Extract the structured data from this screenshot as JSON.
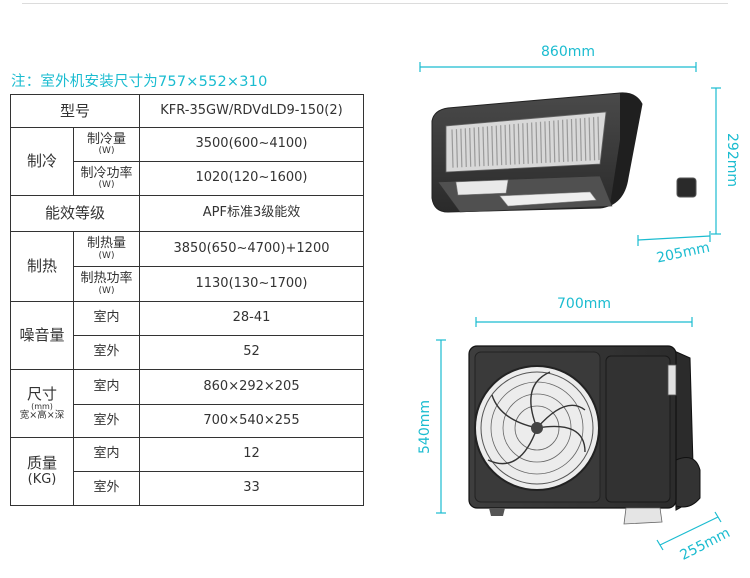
{
  "note": "注：室外机安装尺寸为757×552×310",
  "table": {
    "model_label": "型号",
    "model_value": "KFR-35GW/RDVdLD9-150(2)",
    "cooling_label": "制冷",
    "cooling_capacity_label": "制冷量",
    "cooling_capacity_unit": "(W)",
    "cooling_capacity_value": "3500(600~4100)",
    "cooling_power_label": "制冷功率",
    "cooling_power_unit": "(W)",
    "cooling_power_value": "1020(120~1600)",
    "efficiency_label": "能效等级",
    "efficiency_value": "APF标准3级能效",
    "heating_label": "制热",
    "heating_capacity_label": "制热量",
    "heating_capacity_unit": "(W)",
    "heating_capacity_value": "3850(650~4700)+1200",
    "heating_power_label": "制热功率",
    "heating_power_unit": "(W)",
    "heating_power_value": "1130(130~1700)",
    "noise_label": "噪音量",
    "indoor": "室内",
    "outdoor": "室外",
    "noise_indoor_value": "28-41",
    "noise_outdoor_value": "52",
    "size_label": "尺寸",
    "size_unit": "(mm)",
    "size_sub": "宽×高×深",
    "size_indoor_value": "860×292×205",
    "size_outdoor_value": "700×540×255",
    "weight_label": "质量",
    "weight_unit": "(KG)",
    "weight_indoor_value": "12",
    "weight_outdoor_value": "33"
  },
  "diagrams": {
    "indoor_width": "860mm",
    "indoor_height": "292mm",
    "indoor_depth": "205mm",
    "outdoor_width": "700mm",
    "outdoor_height": "540mm",
    "outdoor_depth": "255mm",
    "dimension_color": "#1bbcd0"
  }
}
